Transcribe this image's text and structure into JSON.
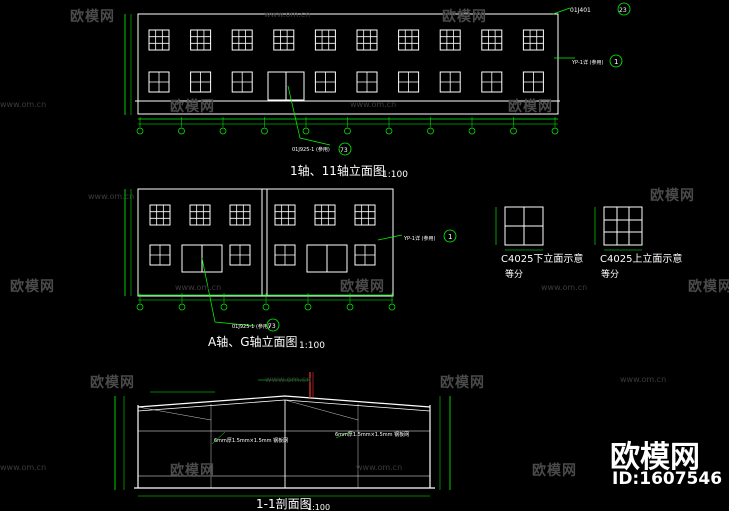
{
  "titles": {
    "elev1": "1轴、11轴立面图",
    "elev1_scale": "1:100",
    "elev2": "A轴、G轴立面图",
    "elev2_scale": "1:100",
    "section": "1-1剖面图",
    "section_scale": "1:100"
  },
  "windows": {
    "lower_title": "C4025下立面示意",
    "upper_title": "C4025上立面示意",
    "lower_note": "等分",
    "upper_note": "等分"
  },
  "callouts": {
    "roof_ref": "01J401",
    "roof_num": "23",
    "drain_ref": "YP-1详 (参用)",
    "drain_num": "1",
    "door_ref1": "01J925-1 (参用)",
    "door_num1": "73",
    "door_ref2": "01J925-1 (参用)",
    "door_num2": "73",
    "drain2_ref": "YP-1详 (参用)",
    "drain2_num": "1"
  },
  "section_notes": {
    "note_left": "6mm厚1.5mm×1.5mm 钢板网",
    "note_right": "6mm厚1.5mm×1.5mm 钢板网"
  },
  "watermarks": {
    "text": "欧模网",
    "url": "www.om.cn"
  },
  "brand": {
    "name": "欧模网",
    "id": "ID:1607546"
  },
  "colors": {
    "background": "#000000",
    "lines": "#ffffff",
    "dimensions": "#00ff00",
    "callouts": "#00ff00",
    "accent": "#ff3333"
  }
}
